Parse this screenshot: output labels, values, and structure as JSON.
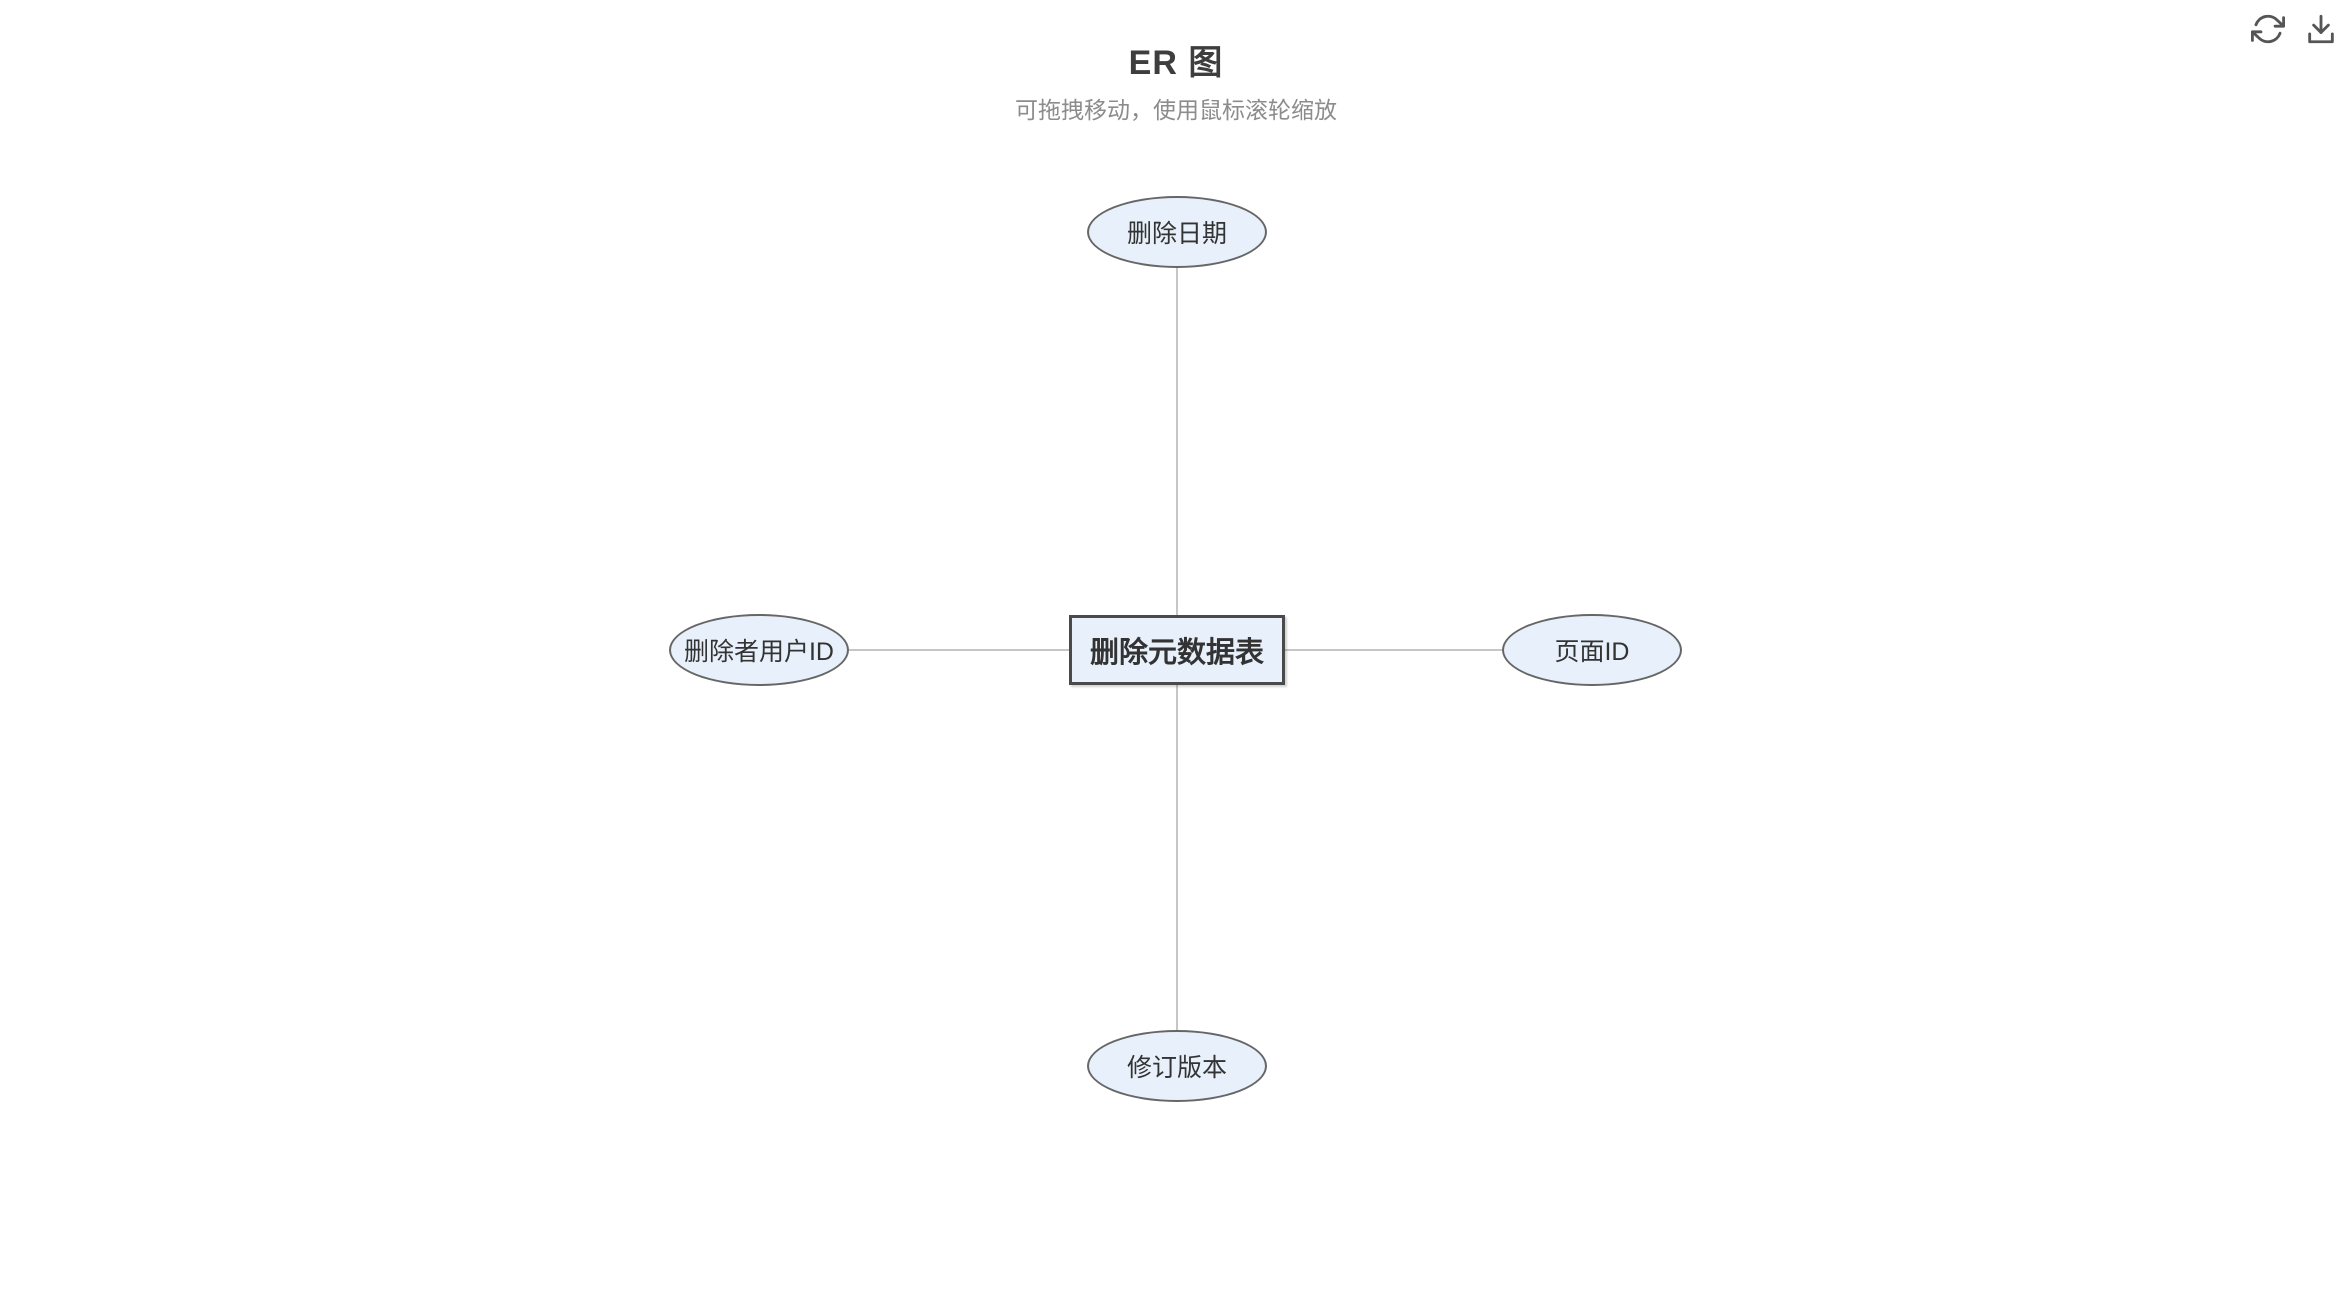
{
  "header": {
    "title": "ER 图",
    "subtitle": "可拖拽移动，使用鼠标滚轮缩放"
  },
  "toolbar": {
    "refresh_icon": "refresh-icon",
    "download_icon": "download-icon"
  },
  "diagram": {
    "entity": {
      "label": "删除元数据表",
      "shape": "rectangle"
    },
    "attributes": [
      {
        "label": "删除日期",
        "position": "top",
        "shape": "ellipse"
      },
      {
        "label": "删除者用户ID",
        "position": "left",
        "shape": "ellipse"
      },
      {
        "label": "页面ID",
        "position": "right",
        "shape": "ellipse"
      },
      {
        "label": "修订版本",
        "position": "bottom",
        "shape": "ellipse"
      }
    ],
    "edges": [
      {
        "from": "删除元数据表",
        "to": "删除日期"
      },
      {
        "from": "删除元数据表",
        "to": "删除者用户ID"
      },
      {
        "from": "删除元数据表",
        "to": "页面ID"
      },
      {
        "from": "删除元数据表",
        "to": "修订版本"
      }
    ]
  },
  "colors": {
    "node_fill": "#e8f1fb",
    "ellipse_stroke": "#666666",
    "entity_stroke": "#4a4a4a",
    "edge": "#b4b4b4",
    "icon": "#555555"
  }
}
